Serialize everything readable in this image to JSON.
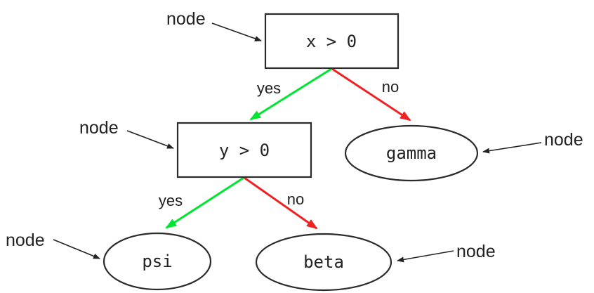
{
  "diagram": {
    "type": "decision-tree",
    "colors": {
      "yes_edge": "#00e532",
      "no_edge": "#ee2222"
    },
    "nodes": {
      "root": {
        "label": "x > 0",
        "shape": "rect"
      },
      "child_decision": {
        "label": "y > 0",
        "shape": "rect"
      },
      "gamma": {
        "label": "gamma",
        "shape": "ellipse"
      },
      "psi": {
        "label": "psi",
        "shape": "ellipse"
      },
      "beta": {
        "label": "beta",
        "shape": "ellipse"
      }
    },
    "edge_labels": {
      "yes": "yes",
      "no": "no"
    },
    "annotation": {
      "label": "node"
    }
  }
}
